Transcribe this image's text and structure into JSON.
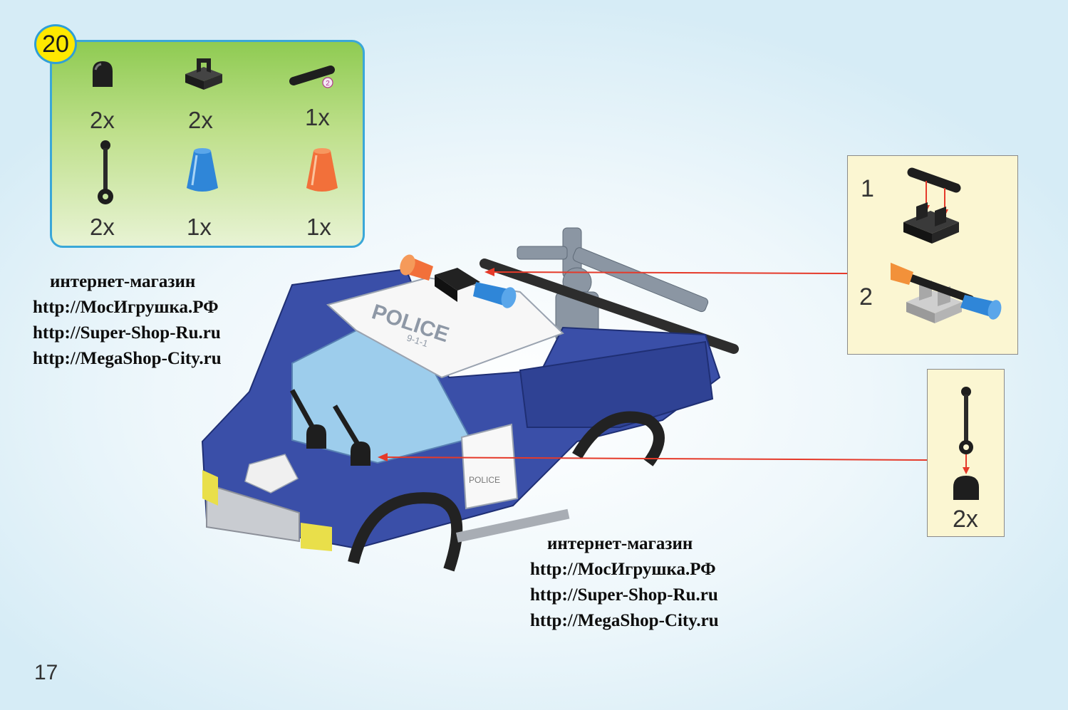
{
  "step": {
    "number": "20"
  },
  "parts": [
    {
      "qty": "2x",
      "icon": "round-brick-black-icon"
    },
    {
      "qty": "2x",
      "icon": "clip-plate-black-icon"
    },
    {
      "qty": "1x",
      "icon": "bar-black-icon",
      "size_marker": "2"
    },
    {
      "qty": "2x",
      "icon": "antenna-black-icon"
    },
    {
      "qty": "1x",
      "icon": "cone-blue-icon"
    },
    {
      "qty": "1x",
      "icon": "cone-orange-icon"
    }
  ],
  "subassembly_1": {
    "step_1": "1",
    "step_2": "2"
  },
  "subassembly_2": {
    "qty": "2x"
  },
  "watermark": {
    "title": "интернет-магазин",
    "links": [
      "http://МосИгрушка.РФ",
      "http://Super-Shop-Ru.ru",
      "http://MegaShop-City.ru"
    ]
  },
  "car_decal": {
    "roof_text": "POLICE",
    "roof_number": "9-1-1",
    "door_text": "POLICE"
  },
  "page": {
    "number": "17"
  },
  "colors": {
    "car_body": "#3a4fa8",
    "arrow": "#e53a2a",
    "badge": "#ffe800",
    "box_border": "#3aa7d8",
    "subassembly_bg": "#fbf6d2"
  }
}
